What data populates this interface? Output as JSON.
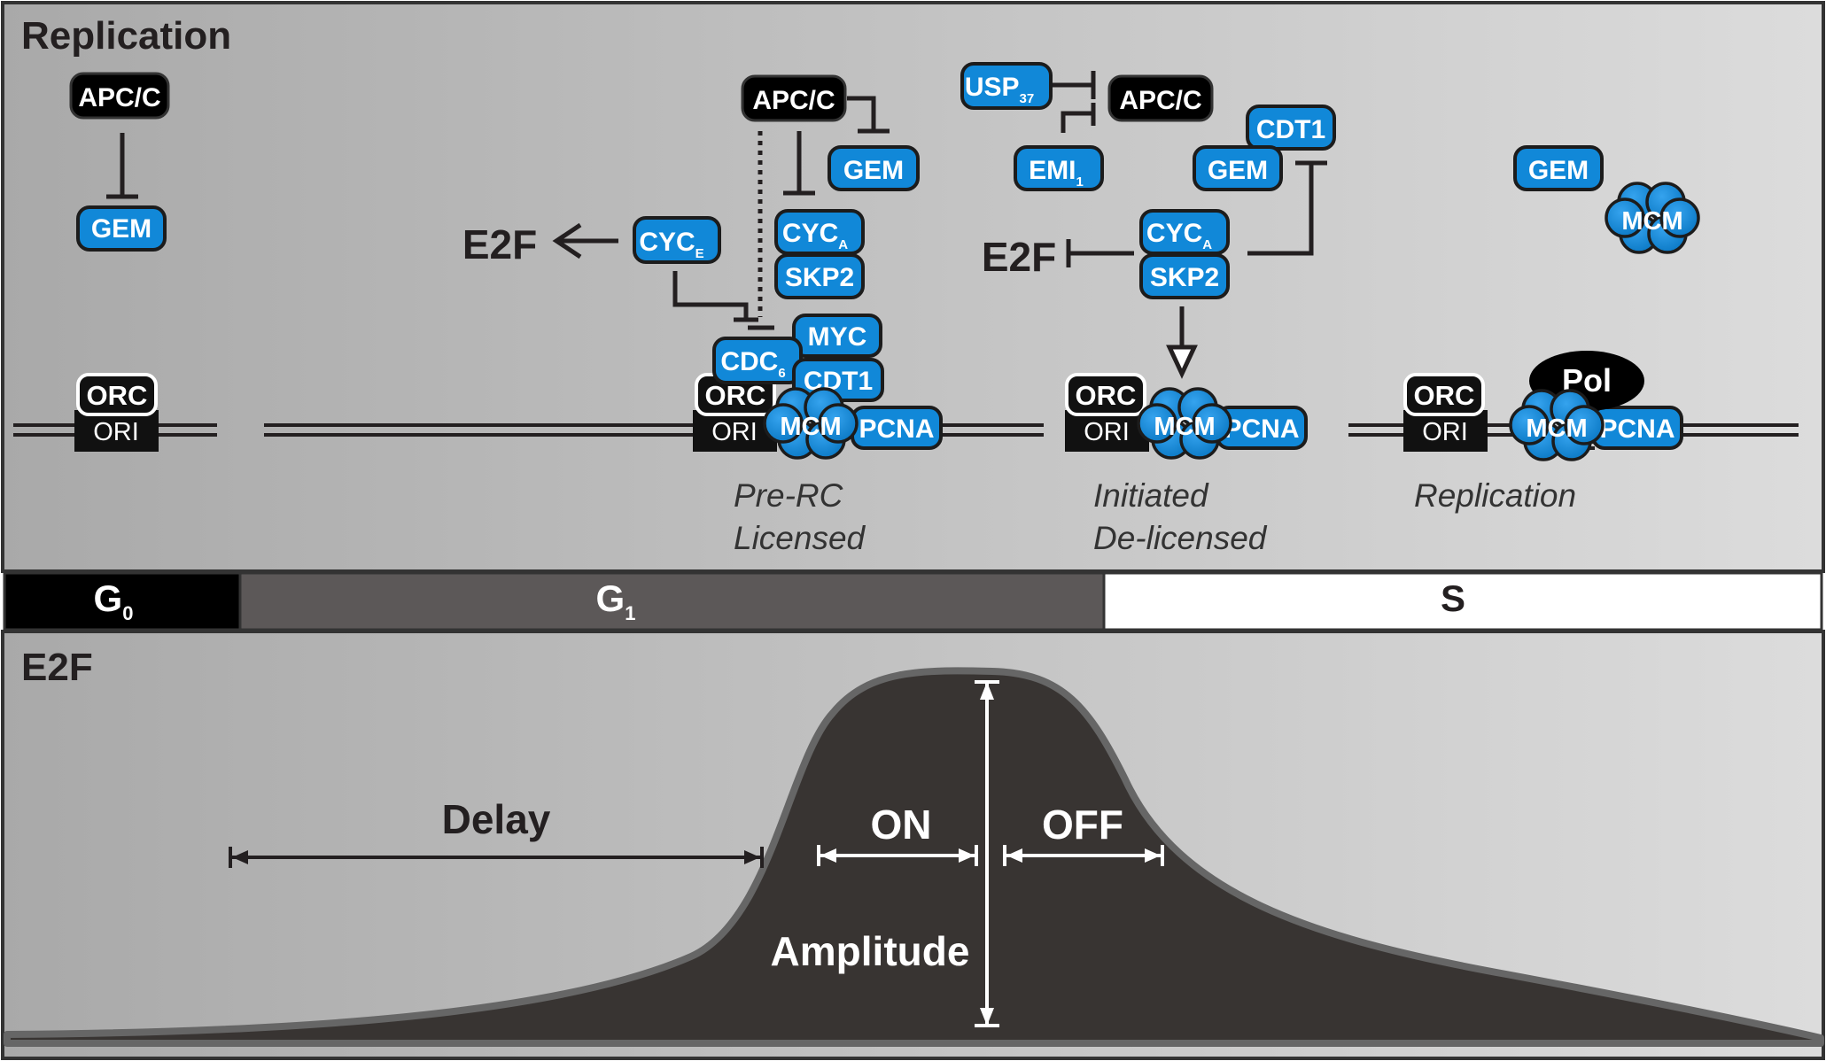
{
  "panels": {
    "replication_title": "Replication",
    "e2f_title": "E2F"
  },
  "proteins": {
    "apcc": "APC/C",
    "gem": "GEM",
    "cyc": "CYC",
    "cyc_e_sub": "E",
    "cyc_a_sub": "A",
    "skp2": "SKP2",
    "myc": "MYC",
    "cdc": "CDC",
    "cdc_sub": "6",
    "cdt1": "CDT1",
    "mcm": "MCM",
    "pcna": "PCNA",
    "usp": "USP",
    "usp_sub": "37",
    "emi": "EMI",
    "emi_sub": "1",
    "e2f": "E2F",
    "pol": "Pol",
    "orc": "ORC",
    "ori": "ORI"
  },
  "states": {
    "prerc": "Pre-RC",
    "licensed": "Licensed",
    "initiated": "Initiated",
    "delicensed": "De-licensed",
    "replication": "Replication"
  },
  "phases": {
    "g0": "G",
    "g0_sub": "0",
    "g1": "G",
    "g1_sub": "1",
    "s": "S"
  },
  "measures": {
    "delay": "Delay",
    "on": "ON",
    "off": "OFF",
    "amplitude": "Amplitude"
  },
  "colors": {
    "protein_blue": "#1188d8",
    "panel_gray": "#b4b4b4",
    "g0_bar": "#000000",
    "g1_bar": "#5c5858",
    "s_bar": "#ffffff",
    "curve_fill": "#383432"
  }
}
